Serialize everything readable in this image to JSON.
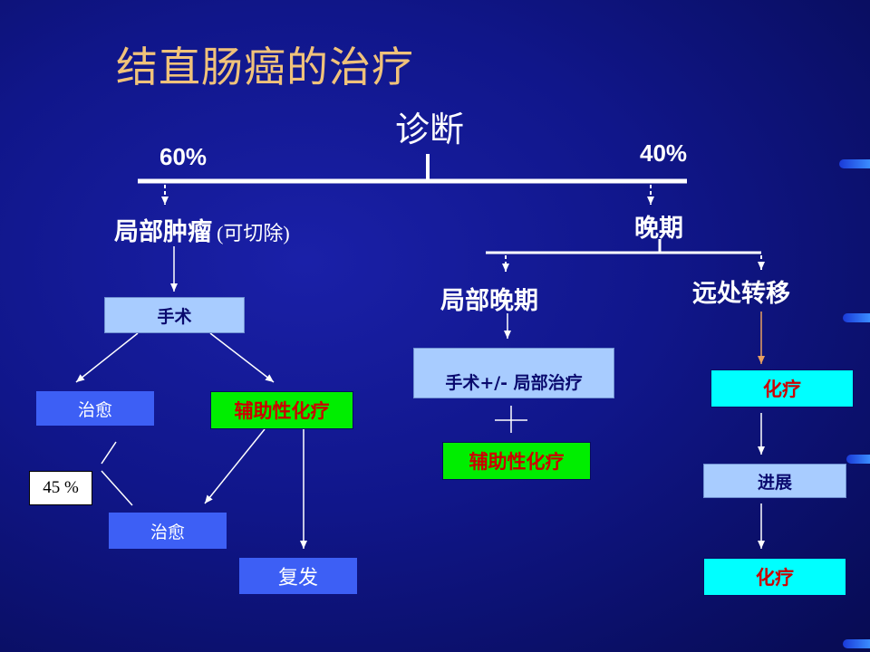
{
  "title": "结直肠癌的治疗",
  "root": "诊断",
  "left_pct": "60%",
  "right_pct": "40%",
  "local_tumor": {
    "label": "局部肿瘤",
    "sub": "(可切除)"
  },
  "late_stage": "晚期",
  "local_late": "局部晚期",
  "distant_meta": "远处转移",
  "boxes": {
    "surgery": "手术",
    "cure1": "治愈",
    "adjuvant1": "辅助性化疗",
    "percent": "45 %",
    "cure2": "治愈",
    "relapse": "复发",
    "surgery_local": "手术+/- 局部治疗",
    "adjuvant2": "辅助性化疗",
    "chemo1": "化疗",
    "progress": "进展",
    "chemo2": "化疗"
  },
  "colors": {
    "title": "#f0c27a",
    "light_blue_box": "#a8ccff",
    "blue_box": "#3d5ff5",
    "cyan_box": "#00ffff",
    "green_box": "#00ee00",
    "red_text": "#cc0000"
  }
}
